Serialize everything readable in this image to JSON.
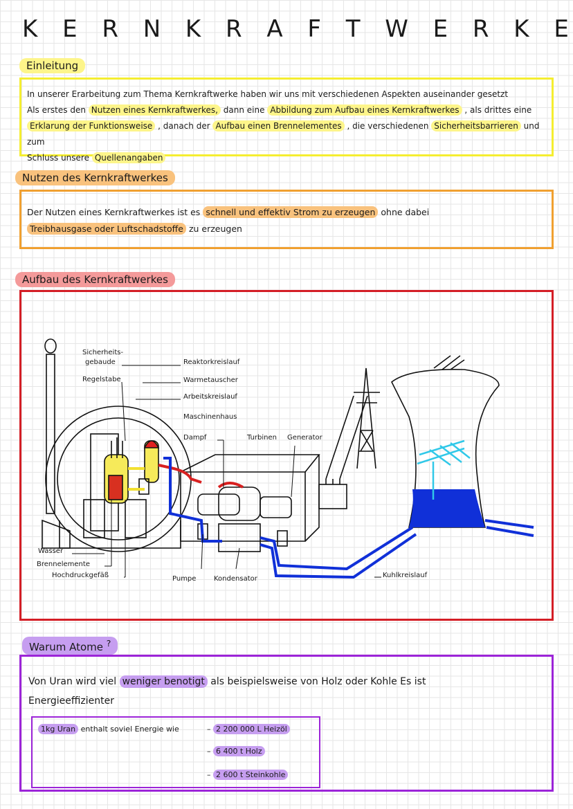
{
  "title_letters": [
    "K",
    "E",
    "R",
    "N",
    "K",
    "R",
    "A",
    "F",
    "T",
    "W",
    "E",
    "R",
    "K",
    "E"
  ],
  "einleitung": {
    "heading": "Einleitung",
    "line1": "In unserer Erarbeitung zum Thema Kernkraftwerke haben wir uns mit verschiedenen Aspekten auseinander gesetzt",
    "line2_a": "Als erstes den",
    "line2_b": "Nutzen eines Kernkraftwerkes,",
    "line2_c": "dann eine",
    "line2_d": "Abbildung zum Aufbau eines Kernkraftwerkes",
    "line2_e": ", als drittes eine",
    "line3_a": "Erklarung der Funktionsweise",
    "line3_b": ", danach der",
    "line3_c": "Aufbau einen Brennelementes",
    "line3_d": ", die verschiedenen",
    "line3_e": "Sicherheitsbarrieren",
    "line3_f": "und zum",
    "line4_a": "Schluss unsere",
    "line4_b": "Quellenangaben"
  },
  "nutzen": {
    "heading": "Nutzen des Kernkraftwerkes",
    "line1_a": "Der Nutzen eines Kernkraftwerkes ist es",
    "line1_b": "schnell und effektiv Strom zu erzeugen",
    "line1_c": "ohne dabei",
    "line2_a": "Treibhausgase oder Luftschadstoffe",
    "line2_b": "zu erzeugen"
  },
  "aufbau": {
    "heading": "Aufbau des Kernkraftwerkes",
    "labels": {
      "sicherheit": "Sicherheits-",
      "gebaude": "gebaude",
      "regelstabe": "Regelstabe",
      "reaktorkreislauf": "Reaktorkreislauf",
      "warmetauscher": "Warmetauscher",
      "arbeitskreislauf": "Arbeitskreislauf",
      "maschinenhaus": "Maschinenhaus",
      "dampf": "Dampf",
      "turbinen": "Turbinen",
      "generator": "Generator",
      "wasser": "Wasser",
      "brennelemente": "Brennelemente",
      "hochdruck": "Hochdruckgefäß",
      "pumpe": "Pumpe",
      "kondensator": "Kondensator",
      "kuhlkreislauf": "Kuhlkreislauf"
    }
  },
  "warum": {
    "heading": "Warum Atome",
    "heading_sup": "?",
    "line1_a": "Von Uran wird viel",
    "line1_b": "weniger benotigt",
    "line1_c": "als beispielsweise von Holz oder Kohle Es ist",
    "line2": "Energieeffizienter",
    "inner_a": "1kg Uran",
    "inner_b": "enthalt soviel Energie wie",
    "items": [
      "2 200 000 L Heizöl",
      "6 400 t Holz",
      "2 600 t Steinkohle"
    ]
  },
  "colors": {
    "yellow": "#fdf58a",
    "orange": "#f9c27d",
    "red": "#f49a9a",
    "purple": "#c69ef0"
  }
}
